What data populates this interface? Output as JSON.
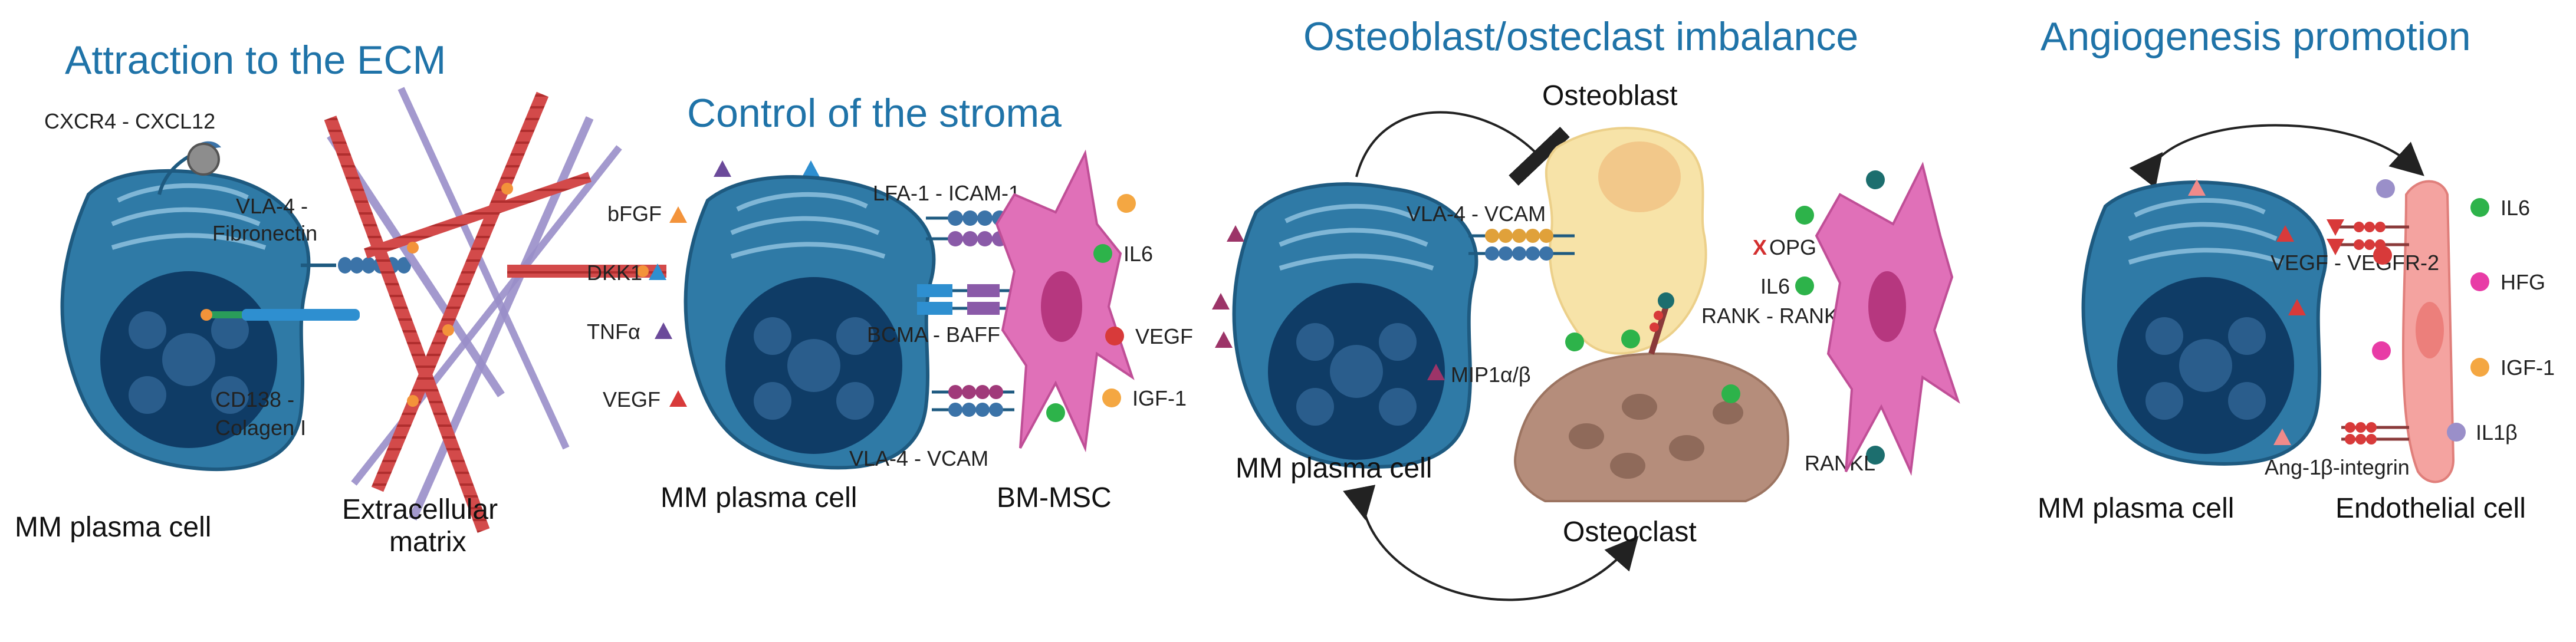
{
  "panels": {
    "ecm": {
      "title": "Attraction to the ECM",
      "labels": {
        "cxcr4": "CXCR4 - CXCL12",
        "vla4_a": "VLA-4 -",
        "vla4_b": "Fibronectin",
        "cd138_a": "CD138 -",
        "cd138_b": "Colagen I",
        "cell": "MM plasma cell",
        "matrix_a": "Extracellular",
        "matrix_b": "matrix"
      }
    },
    "stroma": {
      "title": "Control of the stroma",
      "labels": {
        "bfgf": "bFGF",
        "dkk1": "DKK1",
        "tnfa": "TNFα",
        "vegf": "VEGF",
        "lfa1": "LFA-1 - ICAM-1",
        "bcma": "BCMA - BAFF",
        "vla4": "VLA-4 - VCAM",
        "il6": "IL6",
        "vegf_r": "VEGF",
        "igf1": "IGF-1",
        "cell": "MM plasma cell",
        "bmmsc": "BM-MSC"
      }
    },
    "bone": {
      "title": "Osteoblast/osteclast imbalance",
      "labels": {
        "osteoblast": "Osteoblast",
        "vla4": "VLA-4 - VCAM",
        "opg_x": "X",
        "opg": "OPG",
        "il6": "IL6",
        "mip": "MIP1α/β",
        "rank": "RANK - RANKL",
        "rankl": "RANKL",
        "cell": "MM plasma cell",
        "osteoclast": "Osteoclast"
      }
    },
    "angio": {
      "title": "Angiogenesis promotion",
      "labels": {
        "il6": "IL6",
        "vegfr": "VEGF - VEGFR-2",
        "hfg": "HFG",
        "igf1": "IGF-1",
        "ang1": "Ang-1",
        "bint": "β-integrin",
        "il1b": "IL1β",
        "cell": "MM plasma cell",
        "endo": "Endothelial cell"
      }
    }
  },
  "colors": {
    "title": "#1f73a8",
    "cell_body": "#2f7aa6",
    "nucleus": "#0f3c66",
    "stromal": "#e070b8",
    "osteoblast": "#f7e3a8",
    "osteoclast": "#b58d7b",
    "endothelial": "#f4a3a0",
    "fiber": "#d34a4a",
    "collagen": "#9a8fc9",
    "il6": "#2db34a",
    "vegf": "#d83a3a",
    "bfgf": "#f3933a",
    "dkk1": "#2e8fd0",
    "tnfa": "#6b4a9a",
    "mip": "#9c3468",
    "rankl": "#1c6e6e",
    "opg_x": "#d32f2f",
    "hfg": "#e83ca6",
    "igf1": "#f4a742",
    "il1b": "#9a8fc9",
    "ang1": "#f08a8a"
  },
  "icons": [
    "plasma-cell",
    "stromal-cell",
    "osteoblast",
    "osteoclast",
    "endothelial-cell",
    "receptor",
    "ligand",
    "curved-arrow"
  ]
}
